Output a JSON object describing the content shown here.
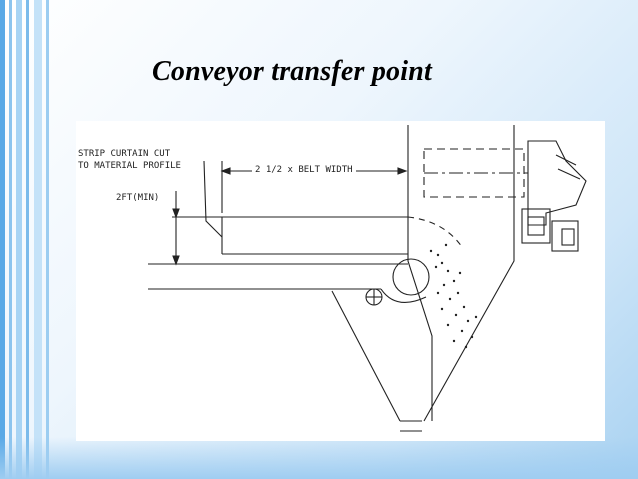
{
  "slide": {
    "title": "Conveyor transfer point"
  },
  "drawing": {
    "labels": {
      "strip_curtain_line1": "STRIP CURTAIN CUT",
      "strip_curtain_line2": "TO MATERIAL PROFILE",
      "dimension_width": "2 1/2 x BELT WIDTH",
      "dimension_height": "2FT(MIN)"
    }
  },
  "colors": {
    "line": "#222222",
    "accent_blue": "#5aa9e6"
  }
}
